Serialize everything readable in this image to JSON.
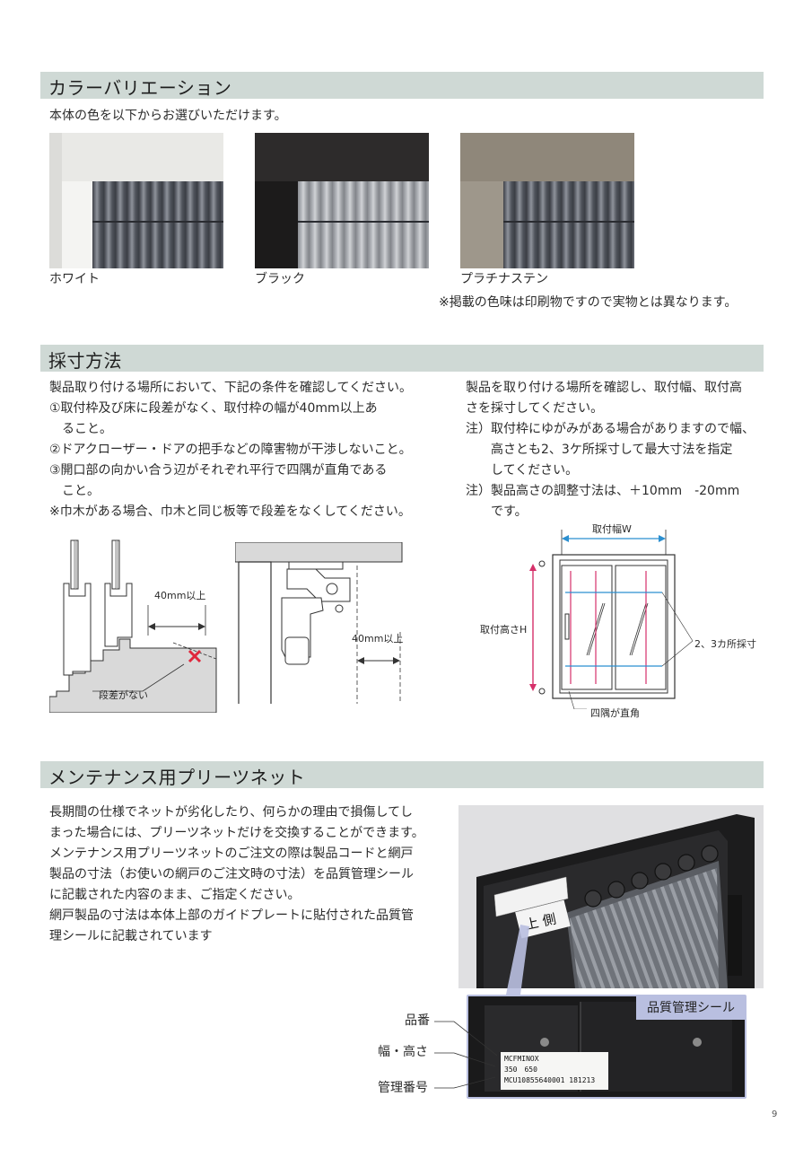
{
  "sections": {
    "color": {
      "title": "カラーバリエーション",
      "intro": "本体の色を以下からお選びいただけます。",
      "swatches": [
        {
          "label": "ホワイト",
          "frame_color": "#e9e9e6",
          "post_color": "#f4f4f2"
        },
        {
          "label": "ブラック",
          "frame_color": "#2d2b2b",
          "post_color": "#1c1b1b"
        },
        {
          "label": "プラチナステン",
          "frame_color": "#8f877a",
          "post_color": "#9e978b"
        }
      ],
      "note": "※掲載の色味は印刷物ですので実物とは異なります。"
    },
    "measure": {
      "title": "採寸方法",
      "left_lines": [
        "製品取り付ける場所において、下記の条件を確認してください。",
        "①取付枠及び床に段差がなく、取付枠の幅が40mm以上あ",
        "　ること。",
        "②ドアクローザー・ドアの把手などの障害物が干渉しないこと。",
        "③開口部の向かい合う辺がそれぞれ平行で四隅が直角である",
        "　こと。",
        "※巾木がある場合、巾木と同じ板等で段差をなくしてください。"
      ],
      "right_lines": [
        "製品を取り付ける場所を確認し、取付幅、取付高",
        "さを採寸してください。",
        "注）取付枠にゆがみがある場合がありますので幅、",
        "　　高さとも2、3ケ所採寸して最大寸法を指定",
        "　　してください。",
        "注）製品高さの調整寸法は、＋10mm　-20mm",
        "　　です。"
      ],
      "diagram1": {
        "width_label": "40mm以上",
        "step_label": "段差がない"
      },
      "diagram2": {
        "width_label": "40mm以上"
      },
      "diagram3": {
        "width_label": "取付幅W",
        "height_label": "取付高さH",
        "points_label": "2、3カ所採寸",
        "corner_label": "四隅が直角"
      }
    },
    "maintenance": {
      "title": "メンテナンス用プリーツネット",
      "lines": [
        "長期間の仕様でネットが劣化したり、何らかの理由で損傷してし",
        "まった場合には、プリーツネットだけを交換することができます。",
        "メンテナンス用プリーツネットのご注文の際は製品コードと網戸",
        "製品の寸法（お使いの網戸のご注文時の寸法）を品質管理シール",
        "に記載された内容のまま、ご指定ください。",
        "網戸製品の寸法は本体上部のガイドプレートに貼付された品質管",
        "理シールに記載されています"
      ],
      "photo_label": "上 側",
      "seal_title": "品質管理シール",
      "seal_text": [
        "MCFMINOX",
        "350　650",
        "MCU10855640001 181213"
      ],
      "callouts": [
        "品番",
        "幅・高さ",
        "管理番号"
      ]
    }
  },
  "page_number": "9"
}
